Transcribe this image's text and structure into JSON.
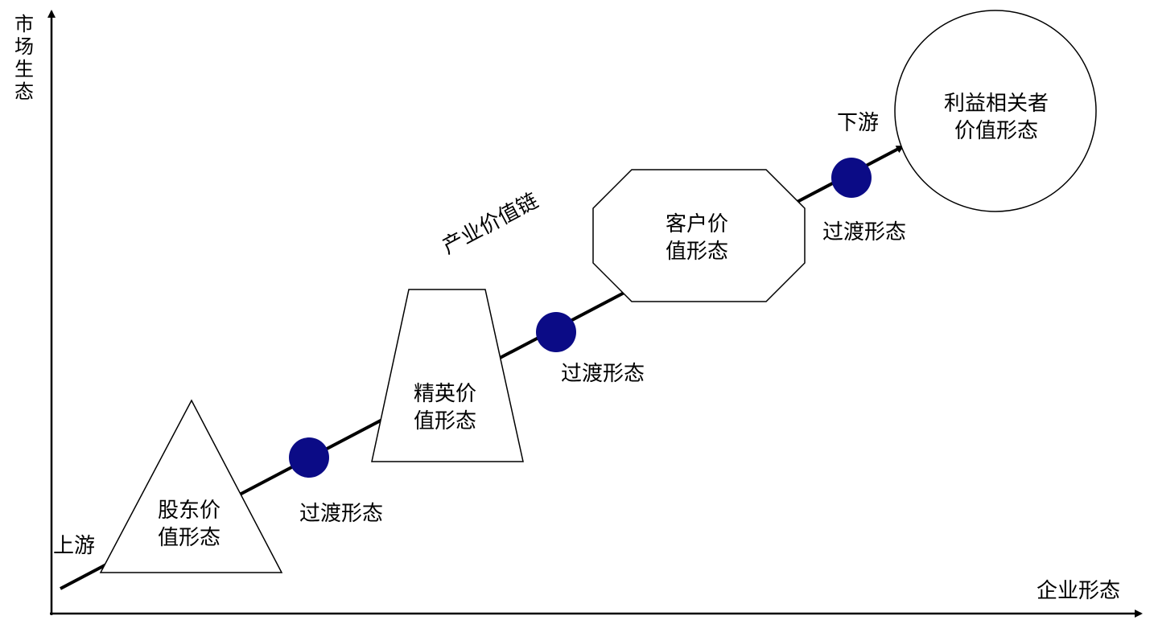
{
  "axes": {
    "y_label": "市场生态",
    "x_label": "企业形态"
  },
  "chain": {
    "label": "产业价值链",
    "start_label": "上游",
    "end_label": "下游"
  },
  "stages": [
    {
      "line1": "股东价",
      "line2": "值形态"
    },
    {
      "line1": "精英价",
      "line2": "值形态"
    },
    {
      "line1": "客户价",
      "line2": "值形态"
    },
    {
      "line1": "利益相关者",
      "line2": "价值形态"
    }
  ],
  "transitions": [
    "过渡形态",
    "过渡形态",
    "过渡形态"
  ],
  "colors": {
    "dot": "#0b0b86",
    "line": "#000000"
  }
}
